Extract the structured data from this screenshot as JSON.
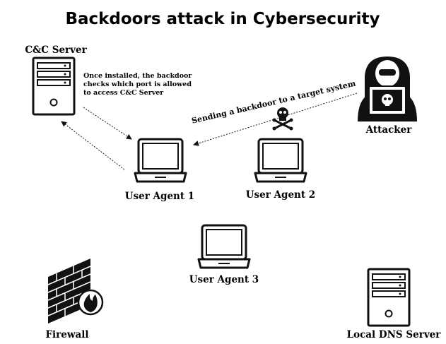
{
  "title": "Backdoors attack in Cybersecurity",
  "nodes": {
    "cc_server": {
      "label": "C&C Server",
      "icon": "server-icon"
    },
    "attacker": {
      "label": "Attacker",
      "icon": "hooded-hacker-icon"
    },
    "user_agent_1": {
      "label": "User Agent 1",
      "icon": "laptop-icon"
    },
    "user_agent_2": {
      "label": "User Agent 2",
      "icon": "laptop-icon"
    },
    "user_agent_3": {
      "label": "User Agent 3",
      "icon": "laptop-icon"
    },
    "firewall": {
      "label": "Firewall",
      "icon": "firewall-icon"
    },
    "local_dns": {
      "label": "Local DNS Server",
      "icon": "server-icon"
    }
  },
  "annotations": {
    "backdoor_note": [
      "Once installed, the backdoor",
      "checks which port is allowed",
      "to access C&C Server"
    ],
    "sending_message": "Sending a backdoor to a target system",
    "skull_icon": "skull-crossbones-icon"
  },
  "colors": {
    "ink": "#111111",
    "background": "#ffffff",
    "flame": "#111111"
  }
}
